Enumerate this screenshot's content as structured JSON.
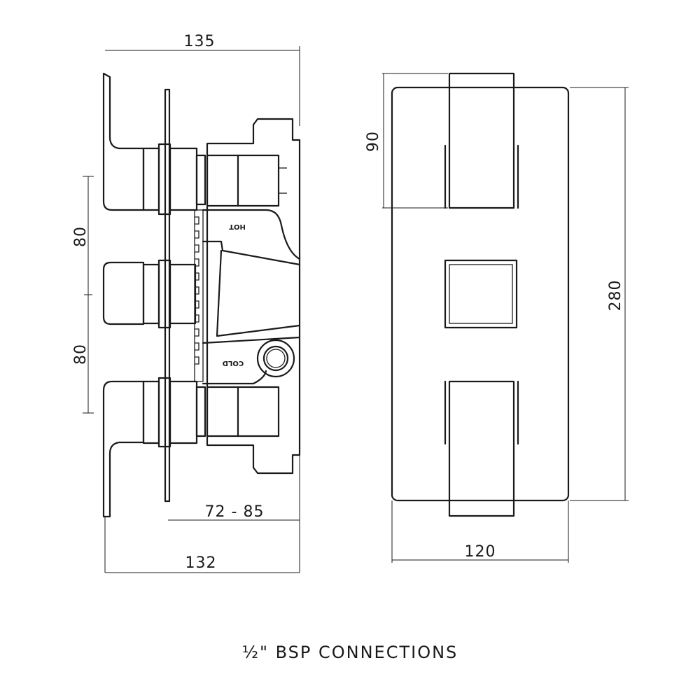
{
  "side_view": {
    "dim_top": "135",
    "dim_bottom": "132",
    "dim_depth": "72 - 85",
    "dim_spacing_upper": "80",
    "dim_spacing_lower": "80",
    "label_hot": "HOT",
    "label_cold": "COLD"
  },
  "front_view": {
    "dim_handle_height": "90",
    "dim_total_height": "280",
    "dim_width": "120"
  },
  "caption": "½\" BSP CONNECTIONS"
}
